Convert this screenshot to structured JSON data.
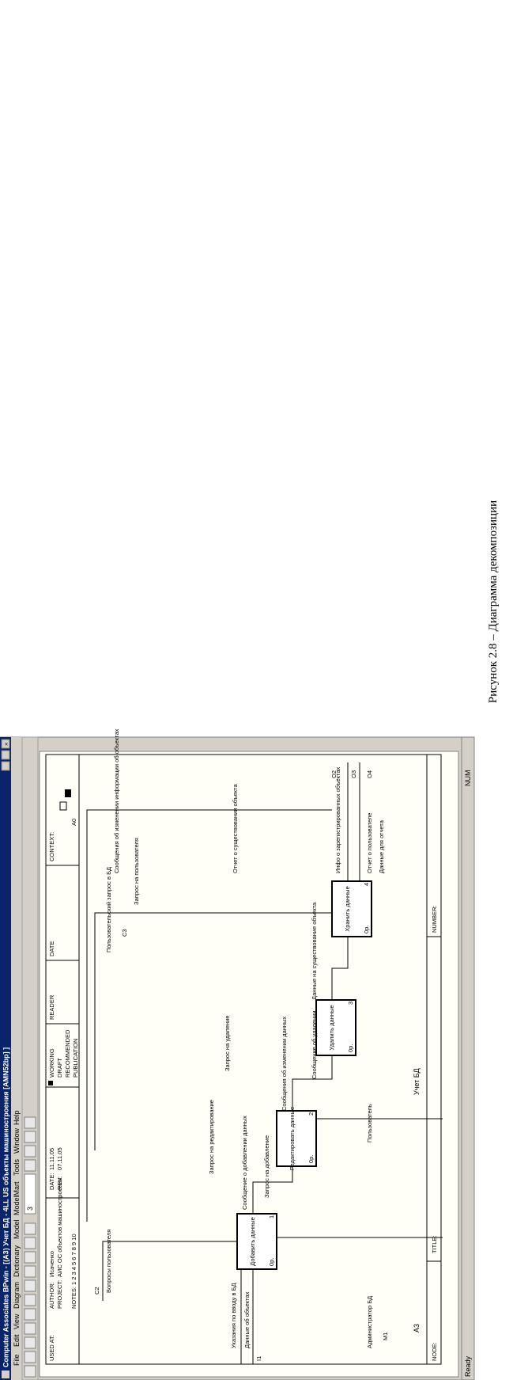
{
  "figure_caption": "Рисунок 2.8 – Диаграмма декомпозиции",
  "window": {
    "title": "Computer Associates BPwin - [(A3) Учет БД - 4LL US объекты машиностроения [AMN52bp] ]",
    "status_text": "Ready",
    "status_num": "NUM",
    "zoom_value": "3"
  },
  "menu": [
    "File",
    "Edit",
    "View",
    "Diagram",
    "Dictionary",
    "Model",
    "ModelMart",
    "Tools",
    "Window",
    "Help"
  ],
  "header": {
    "used_at": "USED AT:",
    "author": "AUTHOR:",
    "author_value": "Исаченко",
    "project": "PROJECT:",
    "project_value": "АИС ОС объектов машиностроения",
    "date": "DATE:",
    "date_value": "11.11.05",
    "rev": "REV:",
    "rev_value": "07.11.05",
    "notes": "NOTES:",
    "notes_value": "1 2 3 4 5 6 7 8 9 10",
    "working": "WORKING",
    "draft": "DRAFT",
    "recommended": "RECOMMENDED",
    "publication": "PUBLICATION",
    "reader": "READER",
    "date_col": "DATE",
    "context": "CONTEXT:",
    "context_node": "A0"
  },
  "footer": {
    "node_label": "NODE:",
    "node_value": "A3",
    "title_label": "TITLE:",
    "title_value": "Учет БД",
    "number_label": "NUMBER:"
  },
  "boxes": [
    {
      "label": "Добавить данные",
      "num": "1",
      "cost": "0р."
    },
    {
      "label": "Редактировать данные",
      "num": "2",
      "cost": "0р."
    },
    {
      "label": "Удалить данные",
      "num": "3",
      "cost": "0р."
    },
    {
      "label": "Хранить данные",
      "num": "4",
      "cost": "0р."
    }
  ],
  "arrows": {
    "in_data": "Данные об объектах",
    "in_insert_cmd": "Указания по вводу в БД",
    "in_user_query": "Вопросы пользователя",
    "in_i2": "C2",
    "ctrl_msg_add": "Сообщение о добавлении данных",
    "ctrl_query_add": "Запрос на добавление",
    "ctrl_query_edit": "Запрос на редактирование",
    "ctrl_msg_edit": "Сообщения об изменении данных",
    "ctrl_msg_del": "Сообщение об удалении",
    "ctrl_query_del": "Запрос на удаление",
    "ctrl_del_data": "Данные на существование объекта",
    "ctrl_user_query_db": "Пользовательский запрос в БД",
    "ctrl_query_user": "Запрос на пользователя",
    "out_msg_changes": "Сообщения об изменении информации об объектах",
    "out_report": "Отчет о существовании объекта",
    "out_info": "Инфо о зарегистрированных объектах",
    "out_report_user": "Отчет о пользователе",
    "out_data_report": "Данные для отчета",
    "mech_admin": "Администратор БД",
    "mech_user": "Пользователь",
    "tun_c3": "C3",
    "tun_c1": "I1",
    "tun_m1": "M1",
    "tun_o2": "O2",
    "tun_o3": "O3",
    "tun_o4": "O4"
  }
}
